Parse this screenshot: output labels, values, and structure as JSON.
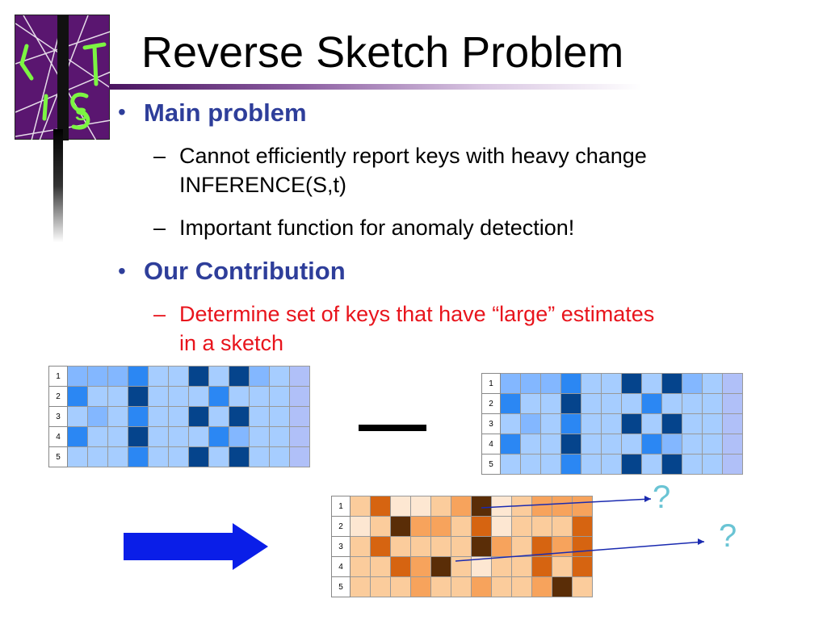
{
  "slide": {
    "title": "Reverse Sketch Problem",
    "bullets": [
      {
        "label": "Main problem",
        "subs": [
          "Cannot efficiently report keys with heavy change",
          "INFERENCE(S,t)",
          "Important function for anomaly detection!"
        ]
      },
      {
        "label": "Our Contribution",
        "subs": [
          "Determine set of keys that have “large” estimates",
          "in a sketch"
        ]
      }
    ],
    "dash": "–",
    "bullet_glyph": "•",
    "minus": "—",
    "q1": "?",
    "q2": "?"
  },
  "grids": {
    "row_labels": [
      "1",
      "2",
      "3",
      "4",
      "5"
    ],
    "palette_blue": [
      "#cde0ff",
      "#a6cdff",
      "#83b7ff",
      "#2b87f3",
      "#05448c",
      "#b0c0f8"
    ],
    "palette_orange": [
      "#fde7d2",
      "#fbcc9c",
      "#f7a35c",
      "#d66411",
      "#5a2d07"
    ],
    "sketch_left": [
      [
        2,
        2,
        2,
        3,
        1,
        1,
        4,
        1,
        4,
        2,
        1,
        5
      ],
      [
        3,
        1,
        1,
        4,
        1,
        1,
        1,
        3,
        1,
        1,
        1,
        5
      ],
      [
        1,
        2,
        1,
        3,
        1,
        1,
        4,
        1,
        4,
        1,
        1,
        5
      ],
      [
        3,
        1,
        1,
        4,
        1,
        1,
        1,
        3,
        2,
        1,
        1,
        5
      ],
      [
        1,
        1,
        1,
        3,
        1,
        1,
        4,
        1,
        4,
        1,
        1,
        5
      ]
    ],
    "sketch_right": [
      [
        2,
        2,
        2,
        3,
        1,
        1,
        4,
        1,
        4,
        2,
        1,
        5
      ],
      [
        3,
        1,
        1,
        4,
        1,
        1,
        1,
        3,
        1,
        1,
        1,
        5
      ],
      [
        1,
        2,
        1,
        3,
        1,
        1,
        4,
        1,
        4,
        1,
        1,
        5
      ],
      [
        3,
        1,
        1,
        4,
        1,
        1,
        1,
        3,
        2,
        1,
        1,
        5
      ],
      [
        1,
        1,
        1,
        3,
        1,
        1,
        4,
        1,
        4,
        1,
        1,
        5
      ]
    ],
    "sketch_diff": [
      [
        1,
        3,
        0,
        0,
        1,
        2,
        4,
        0,
        1,
        2,
        2,
        2
      ],
      [
        0,
        1,
        4,
        2,
        2,
        1,
        3,
        0,
        1,
        1,
        1,
        3
      ],
      [
        1,
        3,
        1,
        1,
        1,
        1,
        4,
        2,
        1,
        3,
        2,
        3
      ],
      [
        1,
        1,
        3,
        2,
        4,
        1,
        0,
        1,
        1,
        3,
        1,
        3
      ],
      [
        1,
        1,
        1,
        2,
        1,
        1,
        2,
        1,
        1,
        2,
        4,
        1
      ]
    ]
  }
}
